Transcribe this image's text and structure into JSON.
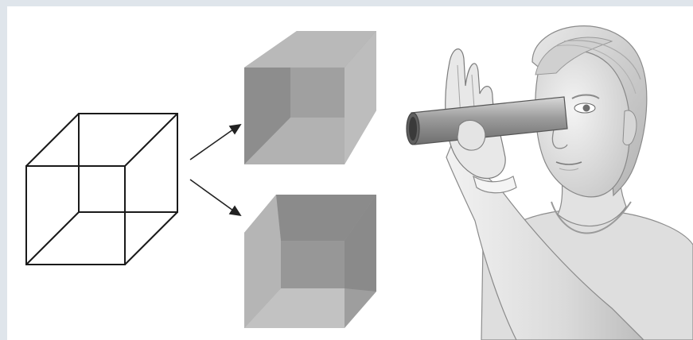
{
  "figure": {
    "panels": [
      {
        "id": "necker-cube",
        "kind": "wireframe-cube"
      },
      {
        "id": "interpretation-top",
        "kind": "shaded-cube"
      },
      {
        "id": "interpretation-bottom",
        "kind": "shaded-cube"
      },
      {
        "id": "tube-viewer",
        "kind": "illustration"
      }
    ],
    "colors": {
      "page_border": "#dfe5eb",
      "line": "#1a1a1a",
      "cube_dark": "#8f8f8f",
      "cube_mid": "#a7a7a7",
      "cube_light": "#c4c4c4",
      "skin": "#e6e6e6",
      "shadow": "#9a9a9a"
    }
  }
}
